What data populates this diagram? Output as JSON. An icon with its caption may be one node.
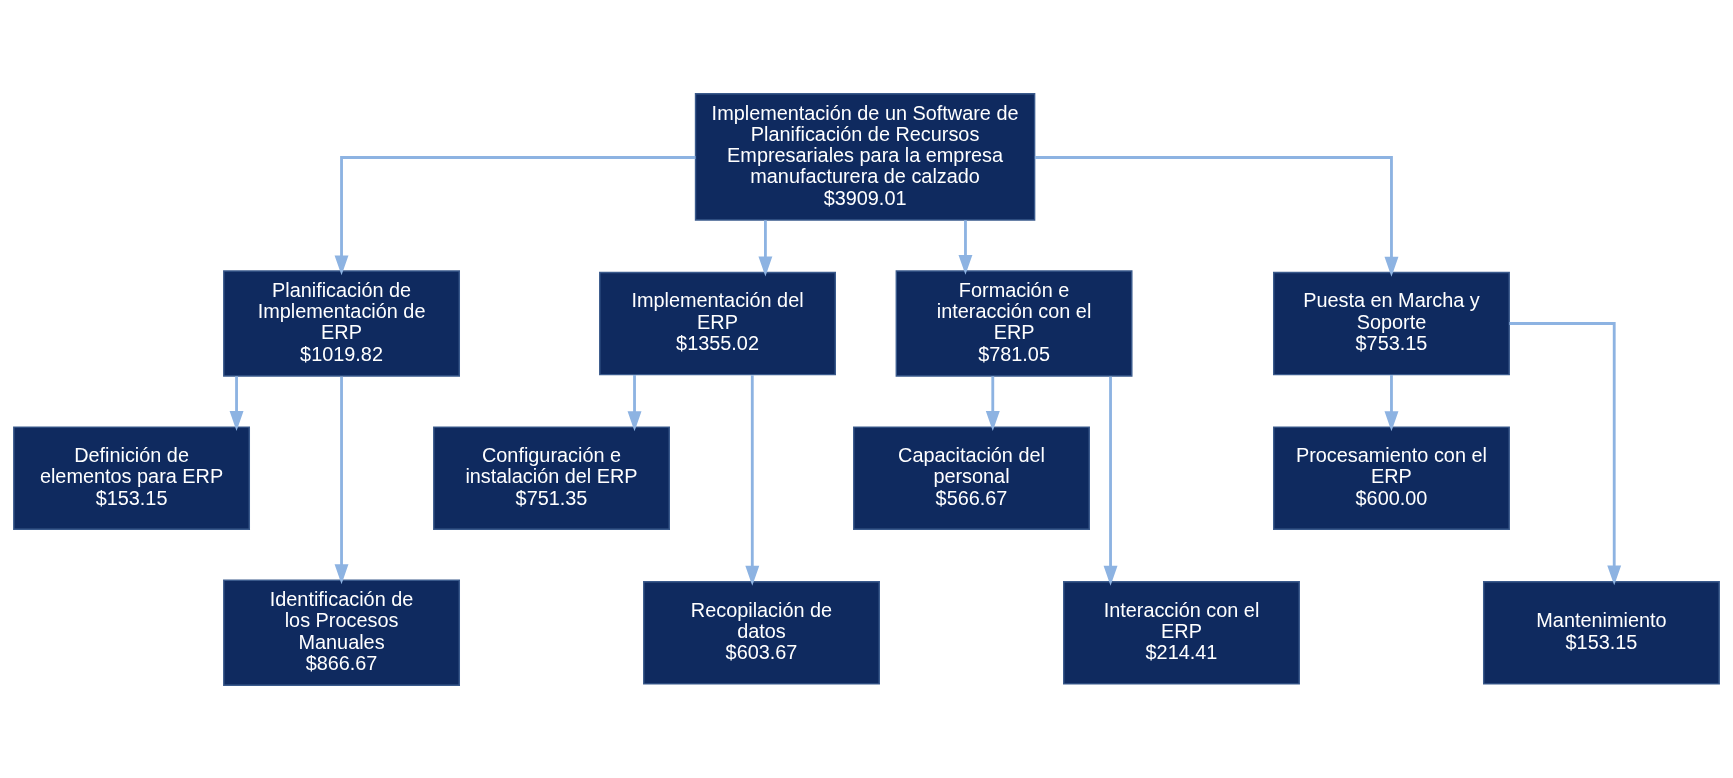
{
  "diagram": {
    "nodes": [
      {
        "text": [
          "Implementación de un Software de Planificación de Recursos Empresariales para la empresa manufacturera de calzado",
          "$3909.01"
        ]
      },
      {
        "text": [
          "Planificación de Implementación de ERP",
          "$1019.82"
        ]
      },
      {
        "text": [
          "Implementación del ERP",
          "$1355.02"
        ]
      },
      {
        "text": [
          "Formación e interacción con el ERP",
          "$781.05"
        ]
      },
      {
        "text": [
          "Puesta en Marcha y Soporte",
          "$753.15"
        ]
      },
      {
        "text": [
          "Definición de elementos para ERP",
          "$153.15"
        ]
      },
      {
        "text": [
          "Configuración e instalación del ERP",
          "$751.35"
        ]
      },
      {
        "text": [
          "Capacitación del personal",
          "$566.67"
        ]
      },
      {
        "text": [
          "Procesamiento con el ERP",
          "$600.00"
        ]
      },
      {
        "text": [
          "Identificación de los Procesos Manuales",
          "$866.67"
        ]
      },
      {
        "text": [
          "Recopilación de datos",
          "$603.67"
        ]
      },
      {
        "text": [
          "Interacción con el ERP",
          "$214.41"
        ]
      },
      {
        "text": [
          "Mantenimiento",
          "$153.15"
        ]
      }
    ],
    "edges": [
      {
        "from": 0,
        "to": 1,
        "arrow": "to"
      },
      {
        "from": 0,
        "to": 2,
        "arrow": "to"
      },
      {
        "from": 0,
        "to": 3,
        "arrow": "to"
      },
      {
        "from": 0,
        "to": 4,
        "arrow": "to"
      },
      {
        "from": 1,
        "to": 5,
        "arrow": "to"
      },
      {
        "from": 1,
        "to": 9,
        "arrow": "to"
      },
      {
        "from": 2,
        "to": 6,
        "arrow": "to"
      },
      {
        "from": 2,
        "to": 10,
        "arrow": "to"
      },
      {
        "from": 3,
        "to": 7,
        "arrow": "to"
      },
      {
        "from": 3,
        "to": 11,
        "arrow": "to"
      },
      {
        "from": 4,
        "to": 8,
        "arrow": "to"
      },
      {
        "from": 4,
        "to": 12,
        "arrow": "to"
      }
    ]
  }
}
